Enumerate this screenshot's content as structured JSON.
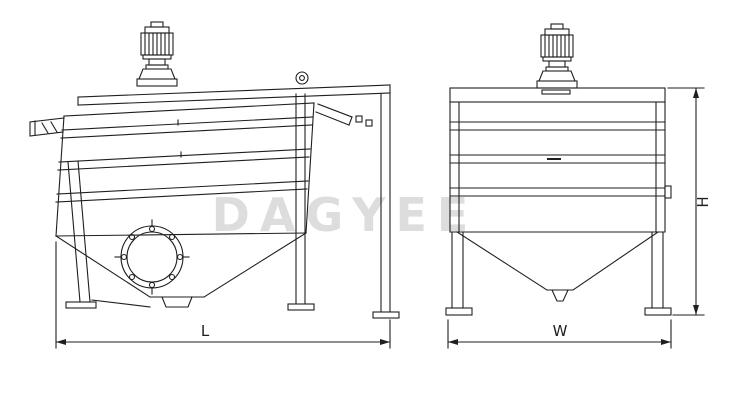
{
  "diagram": {
    "watermark": "DAGYEE",
    "dimensions": {
      "length_label": "L",
      "width_label": "W",
      "height_label": "H"
    },
    "colors": {
      "line": "#1f1f1f",
      "watermark": "#d8d8d8",
      "background": "#ffffff"
    }
  }
}
